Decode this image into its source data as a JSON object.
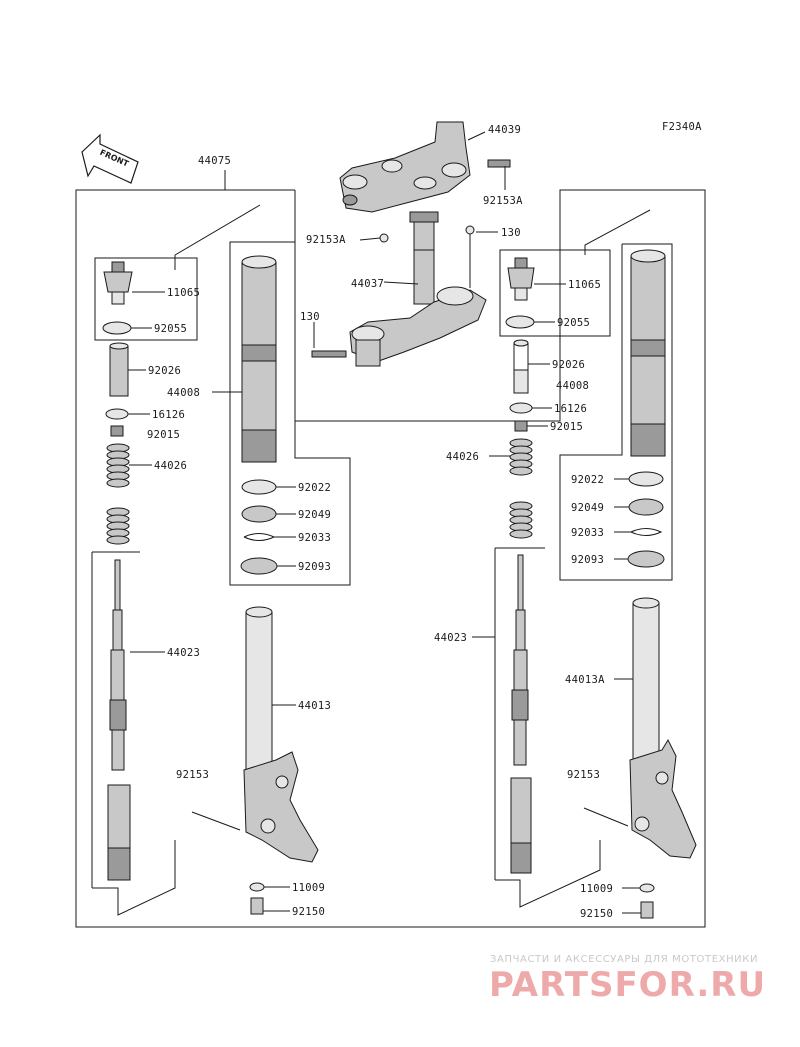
{
  "diagram_code": "F2340A",
  "front_label": "FRONT",
  "watermark": {
    "line1": "ЗАПЧАСТИ И АКСЕССУАРЫ ДЛЯ МОТОТЕХНИКИ",
    "brand": "PARTSFOR.RU"
  },
  "labels": {
    "p44039": "44039",
    "p92153a_top": "92153A",
    "p92153a_mid": "92153A",
    "p130_top": "130",
    "p44037": "44037",
    "p130_left": "130",
    "p44075": "44075",
    "l11065": "11065",
    "l92055": "92055",
    "l92026": "92026",
    "l44008": "44008",
    "l16126": "16126",
    "l92015": "92015",
    "l44026": "44026",
    "l92022": "92022",
    "l92049": "92049",
    "l92033": "92033",
    "l92093": "92093",
    "l44023": "44023",
    "l44013": "44013",
    "l92153": "92153",
    "l11009": "11009",
    "l92150": "92150",
    "r11065": "11065",
    "r92055": "92055",
    "r92026": "92026",
    "r44008": "44008",
    "r16126": "16126",
    "r92015": "92015",
    "r44026": "44026",
    "r92022": "92022",
    "r92049": "92049",
    "r92033": "92033",
    "r92093": "92093",
    "r44023": "44023",
    "r44013a": "44013A",
    "r92153": "92153",
    "r11009": "11009",
    "r92150": "92150"
  }
}
